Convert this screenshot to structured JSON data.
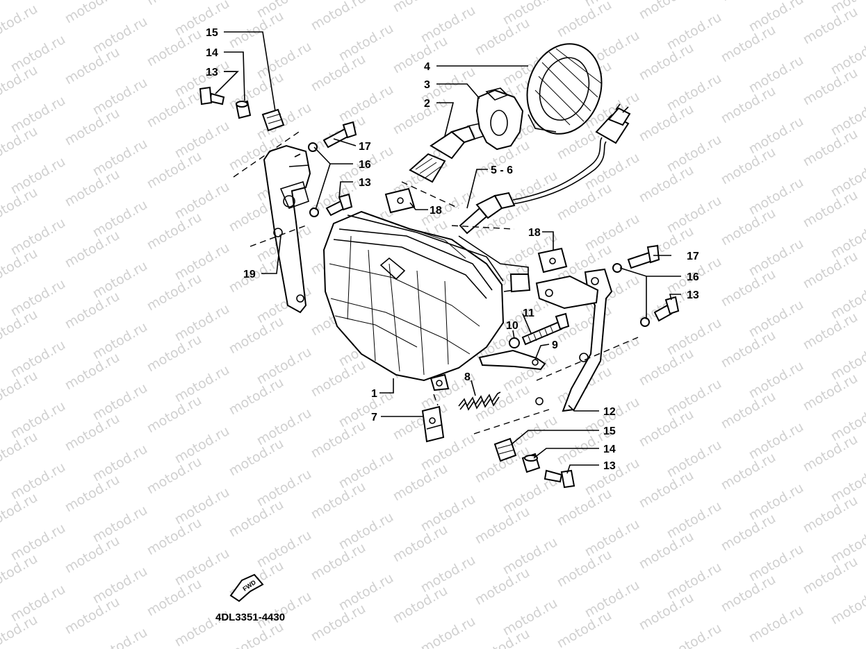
{
  "watermark": {
    "text": "motod.ru"
  },
  "diagram": {
    "part_code": "4DL3351-4430",
    "fwd_label": "FWD",
    "callouts": [
      {
        "id": "c-15-top",
        "label": "15"
      },
      {
        "id": "c-14-top",
        "label": "14"
      },
      {
        "id": "c-13-top",
        "label": "13"
      },
      {
        "id": "c-17-left",
        "label": "17"
      },
      {
        "id": "c-16-left",
        "label": "16"
      },
      {
        "id": "c-13-left",
        "label": "13"
      },
      {
        "id": "c-19",
        "label": "19"
      },
      {
        "id": "c-4",
        "label": "4"
      },
      {
        "id": "c-3",
        "label": "3"
      },
      {
        "id": "c-2",
        "label": "2"
      },
      {
        "id": "c-5-6",
        "label": "5 - 6"
      },
      {
        "id": "c-18-left",
        "label": "18"
      },
      {
        "id": "c-18-right",
        "label": "18"
      },
      {
        "id": "c-17-right",
        "label": "17"
      },
      {
        "id": "c-16-right",
        "label": "16"
      },
      {
        "id": "c-13-right",
        "label": "13"
      },
      {
        "id": "c-11",
        "label": "11"
      },
      {
        "id": "c-10",
        "label": "10"
      },
      {
        "id": "c-9",
        "label": "9"
      },
      {
        "id": "c-8",
        "label": "8"
      },
      {
        "id": "c-1",
        "label": "1"
      },
      {
        "id": "c-7",
        "label": "7"
      },
      {
        "id": "c-12",
        "label": "12"
      },
      {
        "id": "c-15-bottom",
        "label": "15"
      },
      {
        "id": "c-14-bottom",
        "label": "14"
      },
      {
        "id": "c-13-bottom",
        "label": "13"
      }
    ]
  }
}
